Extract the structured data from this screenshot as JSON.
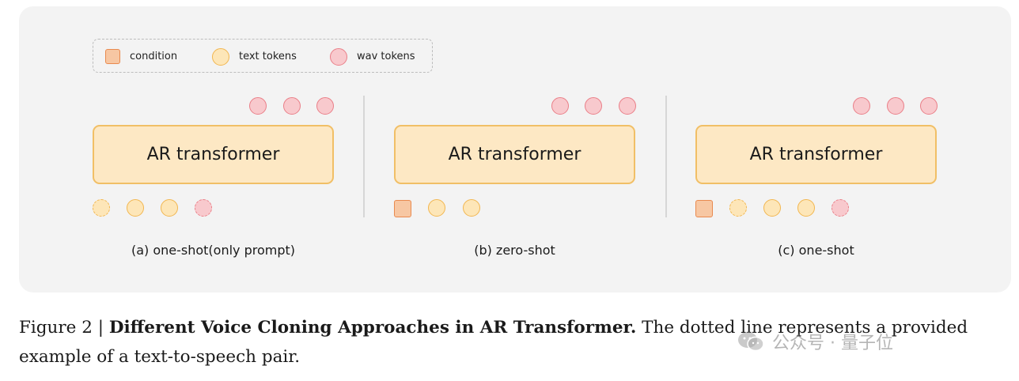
{
  "legend": {
    "condition": "condition",
    "text_tokens": "text tokens",
    "wav_tokens": "wav tokens"
  },
  "panels": [
    {
      "box_label": "AR transformer",
      "caption": "(a) one-shot(only prompt)",
      "inputs": [
        "text-dashed",
        "text",
        "text",
        "wav-dashed"
      ],
      "outputs": [
        "wav",
        "wav",
        "wav"
      ]
    },
    {
      "box_label": "AR transformer",
      "caption": "(b) zero-shot",
      "inputs": [
        "condition",
        "text",
        "text"
      ],
      "outputs": [
        "wav",
        "wav",
        "wav"
      ]
    },
    {
      "box_label": "AR transformer",
      "caption": "(c) one-shot",
      "inputs": [
        "condition",
        "text-dashed",
        "text",
        "text",
        "wav-dashed"
      ],
      "outputs": [
        "wav",
        "wav",
        "wav"
      ]
    }
  ],
  "figure_caption": {
    "prefix": "Figure 2 | ",
    "title": "Different Voice Cloning Approaches in AR Transformer.",
    "body": " The dotted line represents a provided example of a text-to-speech pair."
  },
  "watermark": {
    "text": "公众号 · 量子位"
  },
  "colors": {
    "condition_fill": "#f7c7a3",
    "text_token_fill": "#fde6b8",
    "wav_token_fill": "#f8c9cd",
    "box_fill": "#fde8c4"
  }
}
